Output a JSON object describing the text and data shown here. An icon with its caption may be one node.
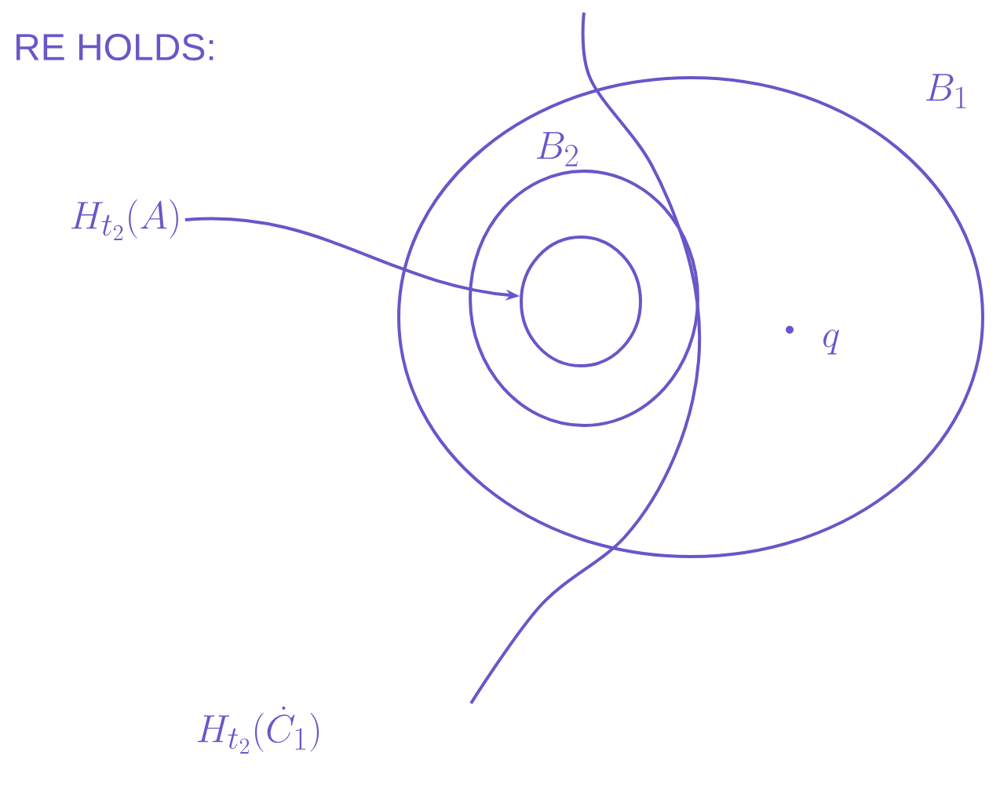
{
  "diagram": {
    "nodes": [
      {
        "text": [
          "B_1"
        ]
      },
      {
        "text": [
          "B_2"
        ],
        "in": 0
      },
      {
        "text": [],
        "shape": "circle",
        "in": 1
      },
      {
        "text": [
          "H_{t_2}(A)"
        ]
      }
    ],
    "edges": [
      {
        "from": 3,
        "to": 2,
        "arrow": "to"
      }
    ],
    "labels": [
      "RE HOLDS:",
      "H_{t_2}(\\dot{C}_1)",
      "q"
    ]
  }
}
